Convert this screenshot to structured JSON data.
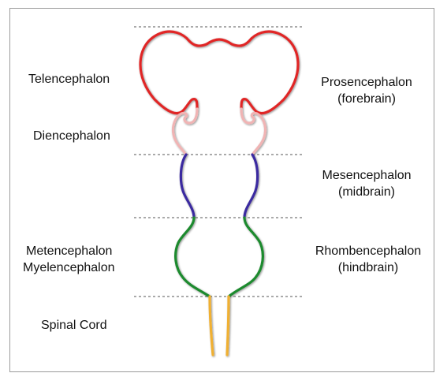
{
  "left_labels": {
    "telencephalon": "Telencephalon",
    "diencephalon": "Diencephalon",
    "metencephalon": "Metencephalon",
    "myelencephalon": "Myelencephalon",
    "spinal_cord": "Spinal Cord"
  },
  "right_labels": {
    "prosencephalon": "Prosencephalon",
    "forebrain": "(forebrain)",
    "mesencephalon": "Mesencephalon",
    "midbrain": "(midbrain)",
    "rhombencephalon": "Rhombencephalon",
    "hindbrain": "(hindbrain)"
  },
  "colors": {
    "forebrain": "#e02828",
    "diencephalon": "#f0b4b4",
    "midbrain": "#3a2aa0",
    "hindbrain": "#1e8a2e",
    "spinal_cord": "#f0b030",
    "divider": "#555555"
  }
}
